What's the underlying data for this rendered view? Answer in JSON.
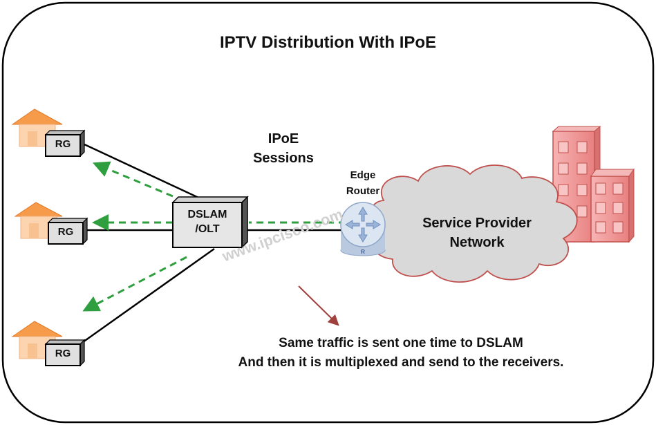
{
  "title": "IPTV Distribution With IPoE",
  "ipoe_label": {
    "line1": "IPoE",
    "line2": "Sessions"
  },
  "edge_router_label": {
    "line1": "Edge",
    "line2": "Router"
  },
  "router_badge": "R",
  "cloud_label": {
    "line1": "Service Provider",
    "line2": "Network"
  },
  "dslam_label": {
    "line1": "DSLAM",
    "line2": "/OLT"
  },
  "rg_labels": [
    "RG",
    "RG",
    "RG"
  ],
  "watermark": "www.ipcisco.com",
  "note": {
    "line1": "Same traffic is sent one time to DSLAM",
    "line2": "And then it is multiplexed and send to the receivers."
  },
  "colors": {
    "border": "#000000",
    "dashed_arrow": "#2e9e3f",
    "cloud_fill": "#d9d9d9",
    "cloud_stroke": "#c0504d",
    "building_fill": "#f4a0a0",
    "house_roof": "#f59b4a",
    "house_wall": "#fcd5b0",
    "router_fill": "#dce6f2",
    "pointer_arrow": "#a0403c"
  },
  "icons": [
    "house-icon",
    "building-icon",
    "router-icon",
    "cloud-icon"
  ]
}
